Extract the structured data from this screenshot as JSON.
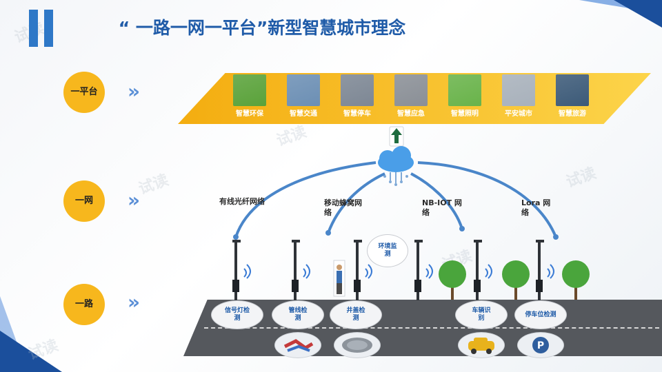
{
  "title": "“ 一路一网一平台”新型智慧城市理念",
  "levels": {
    "platform": "一平台",
    "network": "一网",
    "road": "一路"
  },
  "chevron": "»",
  "platform_items": [
    {
      "label": "智慧环保",
      "color": "#5aa23a"
    },
    {
      "label": "智慧交通",
      "color": "#6c8fb4"
    },
    {
      "label": "智慧停车",
      "color": "#7d8794"
    },
    {
      "label": "智慧应急",
      "color": "#8a8f96"
    },
    {
      "label": "智慧照明",
      "color": "#69b34a"
    },
    {
      "label": "平安城市",
      "color": "#a8b1bb"
    },
    {
      "label": "智慧旅游",
      "color": "#3c5a78"
    }
  ],
  "networks": [
    {
      "label": "有线光纤网络"
    },
    {
      "label": "移动蜂窝网络"
    },
    {
      "label": "NB-IOT 网络"
    },
    {
      "label": "Lora 网络"
    }
  ],
  "road_items": [
    {
      "label": "信号灯检测"
    },
    {
      "label": "管线检测"
    },
    {
      "label": "井盖检测"
    },
    {
      "label": "车辆识别"
    },
    {
      "label": "停车位检测"
    }
  ],
  "env_monitor": "环境监测",
  "watermark": "试读",
  "colors": {
    "accent_blue": "#1f5ba8",
    "gold": "#f7b71d",
    "road": "#55585d",
    "line_blue": "#4a86c9"
  }
}
